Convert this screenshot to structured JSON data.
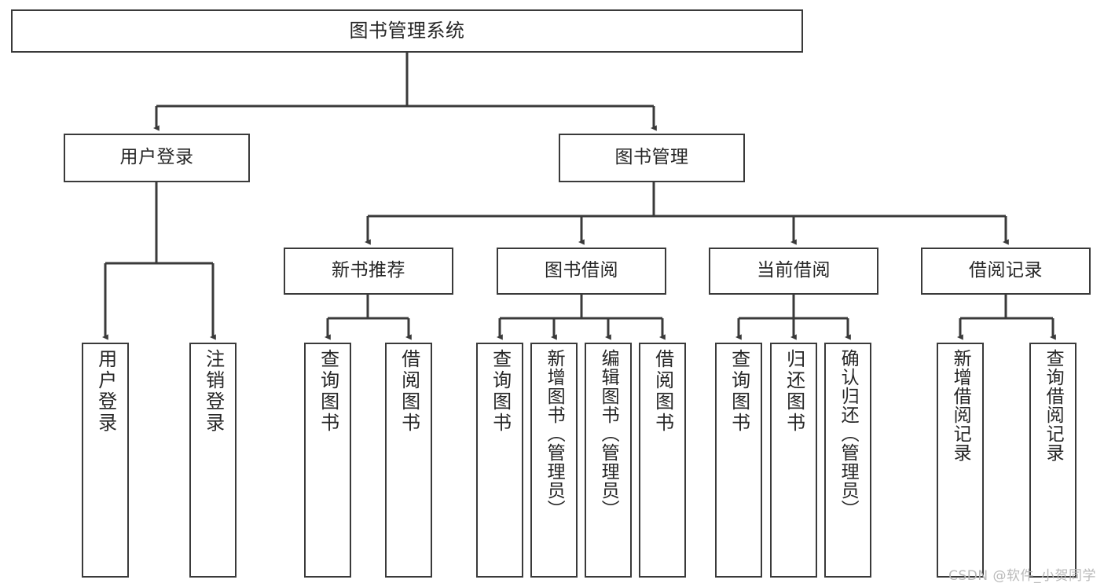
{
  "diagram": {
    "title": "图书管理系统",
    "type": "tree",
    "orientation": "top-down",
    "colors": {
      "box_border": "#3a3a3a",
      "box_fill": "#ffffff",
      "edge": "#3a3a3a",
      "text": "#262626",
      "watermark": "#b9b9b9",
      "background": "#ffffff"
    },
    "root": {
      "id": "root",
      "label": "图书管理系统",
      "text_direction": "horizontal"
    },
    "level2": [
      {
        "id": "user-login",
        "label": "用户登录",
        "text_direction": "horizontal"
      },
      {
        "id": "book-manage",
        "label": "图书管理",
        "text_direction": "horizontal"
      }
    ],
    "level3": [
      {
        "id": "new-book-recommend",
        "label": "新书推荐",
        "text_direction": "horizontal",
        "parent": "book-manage"
      },
      {
        "id": "book-borrow",
        "label": "图书借阅",
        "text_direction": "horizontal",
        "parent": "book-manage"
      },
      {
        "id": "current-borrow",
        "label": "当前借阅",
        "text_direction": "horizontal",
        "parent": "book-manage"
      },
      {
        "id": "borrow-record",
        "label": "借阅记录",
        "text_direction": "horizontal",
        "parent": "book-manage"
      }
    ],
    "leaves": [
      {
        "id": "leaf-user-login",
        "label": "用户登录",
        "parent": "user-login",
        "text_direction": "vertical"
      },
      {
        "id": "leaf-user-logout",
        "label": "注销登录",
        "parent": "user-login",
        "text_direction": "vertical"
      },
      {
        "id": "leaf-query-book-1",
        "label": "查询图书",
        "parent": "new-book-recommend",
        "text_direction": "vertical"
      },
      {
        "id": "leaf-borrow-book-1",
        "label": "借阅图书",
        "parent": "new-book-recommend",
        "text_direction": "vertical"
      },
      {
        "id": "leaf-query-book-2",
        "label": "查询图书",
        "parent": "book-borrow",
        "text_direction": "vertical"
      },
      {
        "id": "leaf-add-book",
        "label": "新增图书（管理员）",
        "parent": "book-borrow",
        "text_direction": "vertical"
      },
      {
        "id": "leaf-edit-book",
        "label": "编辑图书（管理员）",
        "parent": "book-borrow",
        "text_direction": "vertical"
      },
      {
        "id": "leaf-borrow-book-2",
        "label": "借阅图书",
        "parent": "book-borrow",
        "text_direction": "vertical"
      },
      {
        "id": "leaf-query-book-3",
        "label": "查询图书",
        "parent": "current-borrow",
        "text_direction": "vertical"
      },
      {
        "id": "leaf-return-book",
        "label": "归还图书",
        "parent": "current-borrow",
        "text_direction": "vertical"
      },
      {
        "id": "leaf-confirm-return",
        "label": "确认归还（管理员）",
        "parent": "current-borrow",
        "text_direction": "vertical"
      },
      {
        "id": "leaf-add-record",
        "label": "新增借阅记录",
        "parent": "borrow-record",
        "text_direction": "vertical"
      },
      {
        "id": "leaf-query-record",
        "label": "查询借阅记录",
        "parent": "borrow-record",
        "text_direction": "vertical"
      }
    ],
    "watermark": "CSDN @软件_小贺同学"
  }
}
